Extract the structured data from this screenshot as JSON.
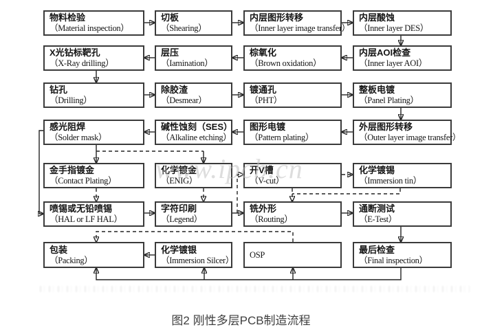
{
  "figure": {
    "caption": "图2 刚性多层PCB制造流程",
    "watermark": "www.ipcb.cn"
  },
  "colors": {
    "line": "#222222",
    "box_border": "#3a3a3a",
    "text": "#141414",
    "caption": "#3f3f3f",
    "watermark": "#bdbdbd",
    "background": "#ffffff"
  },
  "nodes": [
    {
      "id": "material-inspection",
      "zh": "物料检验",
      "en": "（Material inspection）"
    },
    {
      "id": "shearing",
      "zh": "切板",
      "en": "（Shearing）"
    },
    {
      "id": "inner-layer-image-transfer",
      "zh": "内层图形转移",
      "en": "（Inner layer image transfer）"
    },
    {
      "id": "inner-layer-des",
      "zh": "内层酸蚀",
      "en": "（Inner layer DES）"
    },
    {
      "id": "x-ray-drilling",
      "zh": "X光钻标靶孔",
      "en": "（X-Ray drilling）"
    },
    {
      "id": "lamination",
      "zh": "层压",
      "en": "（Iamination）"
    },
    {
      "id": "brown-oxidation",
      "zh": "棕氧化",
      "en": "（Brown oxidation）"
    },
    {
      "id": "inner-layer-aoi",
      "zh": "内层AOI检查",
      "en": "（Inner layer AOI）"
    },
    {
      "id": "drilling",
      "zh": "钻孔",
      "en": "（Drilling）"
    },
    {
      "id": "desmear",
      "zh": "除胶渣",
      "en": "（Desmear）"
    },
    {
      "id": "pht",
      "zh": "镀通孔",
      "en": "（PHT）"
    },
    {
      "id": "panel-plating",
      "zh": "整板电镀",
      "en": "（Panel Plating）"
    },
    {
      "id": "solder-mask",
      "zh": "感光阻焊",
      "en": "（Solder mask）"
    },
    {
      "id": "alkaline-etching",
      "zh": "碱性蚀刻（SES）",
      "en": "（Alkaline etching）"
    },
    {
      "id": "pattern-plating",
      "zh": "图形电镀",
      "en": "（Pattern plating）"
    },
    {
      "id": "outer-layer-image-transfer",
      "zh": "外层图形转移",
      "en": "（Outer layer image transfer）"
    },
    {
      "id": "contact-plating",
      "zh": "金手指镀金",
      "en": "（Contact Plating）"
    },
    {
      "id": "enig",
      "zh": "化学镀金",
      "en": "（ENIG）"
    },
    {
      "id": "v-cut",
      "zh": "开V槽",
      "en": "（V-cut）"
    },
    {
      "id": "immersion-tin",
      "zh": "化学镀锡",
      "en": "（Immersion tin）"
    },
    {
      "id": "hal",
      "zh": "喷锡或无铅喷锡",
      "en": "（HAL or LF HAL）"
    },
    {
      "id": "legend",
      "zh": "字符印刷",
      "en": "（Legend）"
    },
    {
      "id": "routing",
      "zh": "铣外形",
      "en": "（Routing）"
    },
    {
      "id": "e-test",
      "zh": "通断测试",
      "en": "（E-Test）"
    },
    {
      "id": "packing",
      "zh": "包装",
      "en": "（Packing）"
    },
    {
      "id": "immersion-silver",
      "zh": "化学镀银",
      "en": "（Immersion Silcer）"
    },
    {
      "id": "osp",
      "zh": "",
      "en": "OSP"
    },
    {
      "id": "final-inspection",
      "zh": "最后检查",
      "en": "（Final inspection）"
    }
  ],
  "connections": [
    {
      "from": "material-inspection",
      "to": "shearing",
      "style": "solid"
    },
    {
      "from": "shearing",
      "to": "inner-layer-image-transfer",
      "style": "solid"
    },
    {
      "from": "inner-layer-image-transfer",
      "to": "inner-layer-des",
      "style": "solid"
    },
    {
      "from": "inner-layer-des",
      "to": "inner-layer-aoi",
      "style": "solid"
    },
    {
      "from": "inner-layer-aoi",
      "to": "brown-oxidation",
      "style": "solid"
    },
    {
      "from": "brown-oxidation",
      "to": "lamination",
      "style": "solid"
    },
    {
      "from": "lamination",
      "to": "x-ray-drilling",
      "style": "solid"
    },
    {
      "from": "x-ray-drilling",
      "to": "drilling",
      "style": "solid"
    },
    {
      "from": "drilling",
      "to": "desmear",
      "style": "solid"
    },
    {
      "from": "desmear",
      "to": "pht",
      "style": "solid"
    },
    {
      "from": "pht",
      "to": "panel-plating",
      "style": "solid"
    },
    {
      "from": "panel-plating",
      "to": "outer-layer-image-transfer",
      "style": "solid"
    },
    {
      "from": "outer-layer-image-transfer",
      "to": "pattern-plating",
      "style": "solid"
    },
    {
      "from": "pattern-plating",
      "to": "alkaline-etching",
      "style": "solid"
    },
    {
      "from": "alkaline-etching",
      "to": "solder-mask",
      "style": "solid"
    },
    {
      "from": "solder-mask",
      "to": "hal",
      "style": "solid"
    },
    {
      "from": "solder-mask",
      "to": "contact-plating",
      "style": "dashed"
    },
    {
      "from": "solder-mask",
      "to": "enig",
      "style": "dashed"
    },
    {
      "from": "contact-plating",
      "to": "hal",
      "style": "dashed"
    },
    {
      "from": "enig",
      "to": "legend",
      "style": "dashed"
    },
    {
      "from": "hal",
      "to": "legend",
      "style": "solid"
    },
    {
      "from": "legend",
      "to": "routing",
      "style": "solid"
    },
    {
      "from": "legend",
      "to": "v-cut",
      "style": "dashed"
    },
    {
      "from": "v-cut",
      "to": "immersion-tin",
      "style": "dashed"
    },
    {
      "from": "v-cut",
      "to": "routing",
      "style": "dashed"
    },
    {
      "from": "immersion-tin",
      "to": "routing",
      "style": "dashed"
    },
    {
      "from": "routing",
      "to": "e-test",
      "style": "solid"
    },
    {
      "from": "e-test",
      "to": "final-inspection",
      "style": "solid"
    },
    {
      "from": "final-inspection",
      "to": "osp",
      "style": "solid"
    },
    {
      "from": "final-inspection",
      "to": "immersion-silver",
      "style": "solid"
    },
    {
      "from": "final-inspection",
      "to": "packing",
      "style": "solid"
    },
    {
      "from": "osp",
      "to": "packing",
      "style": "dashed"
    },
    {
      "from": "immersion-silver",
      "to": "packing",
      "style": "solid"
    }
  ]
}
